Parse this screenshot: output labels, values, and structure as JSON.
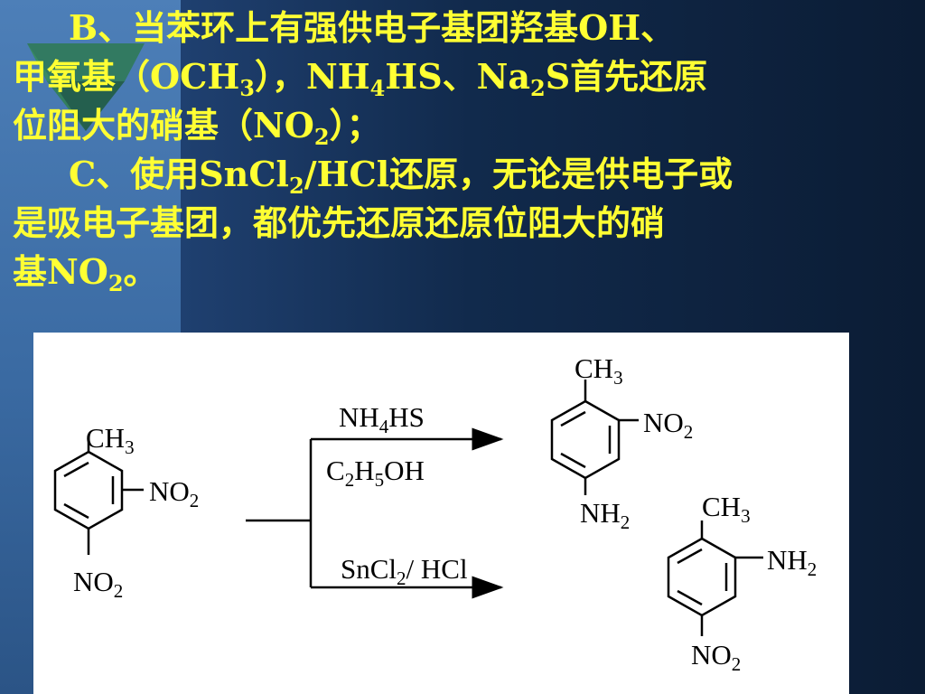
{
  "text": {
    "line1": {
      "pre": "B、当苯环上有强供电子基团羟基OH、"
    },
    "line2": {
      "a": "甲氧基（OCH",
      "b": "3",
      "c": "），NH",
      "d": "4",
      "e": "HS、Na",
      "f": "2",
      "g": "S首先还原"
    },
    "line3": {
      "a": "位阻大的硝基（NO",
      "b": "2",
      "c": "）；"
    },
    "line4": {
      "a": "C、使用SnCl",
      "b": "2",
      "c": "/HCl还原，无论是供电子或"
    },
    "line5": {
      "a": "是吸电子基团，都优先还原还原位阻大的硝"
    },
    "line6": {
      "a": "基NO",
      "b": "2",
      "c": "。"
    }
  },
  "diagram": {
    "start": {
      "ch3": "CH",
      "ch3_sub": "3",
      "no2_top": "NO",
      "no2_top_sub": "2",
      "no2_bottom": "NO",
      "no2_bottom_sub": "2"
    },
    "reagent_top": {
      "a": "NH",
      "b": "4",
      "c": "HS"
    },
    "solvent_top": {
      "a": "C",
      "b": "2",
      "c": "H",
      "d": "5",
      "e": "OH"
    },
    "reagent_bottom": {
      "a": "SnCl",
      "b": "2",
      "c": "/ HCl"
    },
    "product1": {
      "ch3": "CH",
      "ch3_sub": "3",
      "no2": "NO",
      "no2_sub": "2",
      "nh2": "NH",
      "nh2_sub": "2"
    },
    "product2": {
      "ch3": "CH",
      "ch3_sub": "3",
      "nh2": "NH",
      "nh2_sub": "2",
      "no2": "NO",
      "no2_sub": "2"
    }
  },
  "colors": {
    "text": "#ffff33",
    "panel": "#3a6aa2",
    "diagram_bg": "#ffffff"
  }
}
